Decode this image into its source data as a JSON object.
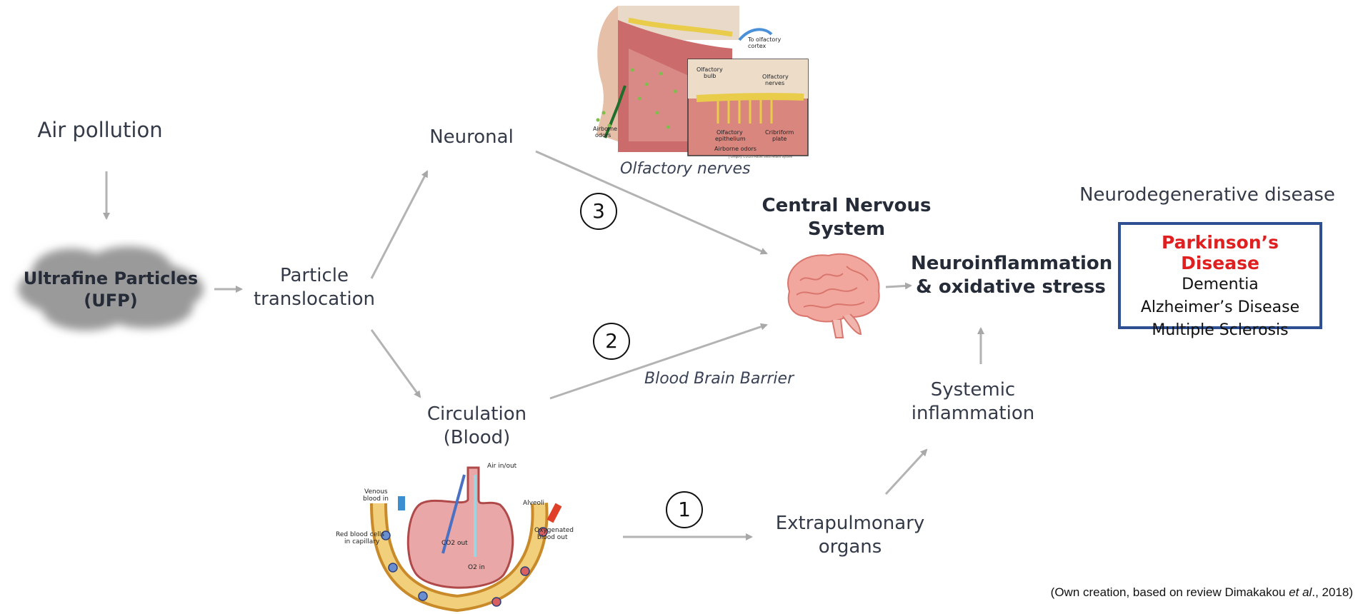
{
  "nodes": {
    "air_pollution": "Air pollution",
    "ufp_line1": "Ultrafine Particles",
    "ufp_line2": "(UFP)",
    "particle_line1": "Particle",
    "particle_line2": "translocation",
    "neuronal": "Neuronal",
    "circulation_line1": "Circulation",
    "circulation_line2": "(Blood)",
    "cns_line1": "Central Nervous",
    "cns_line2": "System",
    "neuro_line1": "Neuroinflammation",
    "neuro_line2": "& oxidative stress",
    "systemic_line1": "Systemic",
    "systemic_line2": "inflammation",
    "extra_line1": "Extrapulmonary",
    "extra_line2": "organs",
    "neurodegenerative": "Neurodegenerative disease"
  },
  "routes": {
    "olfactory": "Olfactory nerves",
    "bbb": "Blood Brain Barrier",
    "n1": "1",
    "n2": "2",
    "n3": "3"
  },
  "diseases": {
    "primary": "Parkinson’s Disease",
    "others": [
      "Dementia",
      "Alzheimer’s Disease",
      "Multiple Sclerosis"
    ]
  },
  "nose_labels": {
    "cortex_1": "To olfactory",
    "cortex_2": "cortex",
    "bulb_1": "Olfactory",
    "bulb_2": "bulb",
    "nerves_1": "Olfactory",
    "nerves_2": "nerves",
    "epith_1": "Olfactory",
    "epith_2": "epithelium",
    "cribri_1": "Cribriform",
    "cribri_2": "plate",
    "airborne_inset": "Airborne odors",
    "airborne_1": "Airborne",
    "airborne_2": "odors",
    "credit": "J Gregory ©2020 Mount Sinai Health System"
  },
  "lung_labels": {
    "air": "Air in/out",
    "venous_1": "Venous",
    "venous_2": "blood in",
    "alveoli": "Alveoli",
    "rbc_1": "Red blood cells",
    "rbc_2": "in capillary",
    "co2": "CO2 out",
    "o2": "O2 in",
    "oxy_1": "Oxygenated",
    "oxy_2": "blood out"
  },
  "citation": {
    "pre": "(Own creation, based on review Dimakakou ",
    "ital": "et al",
    "post": "., 2018)"
  },
  "colors": {
    "arrow": "#b3b3b3",
    "box_border": "#2f4f93",
    "primary_disease": "#e02020",
    "text": "#343a48"
  }
}
